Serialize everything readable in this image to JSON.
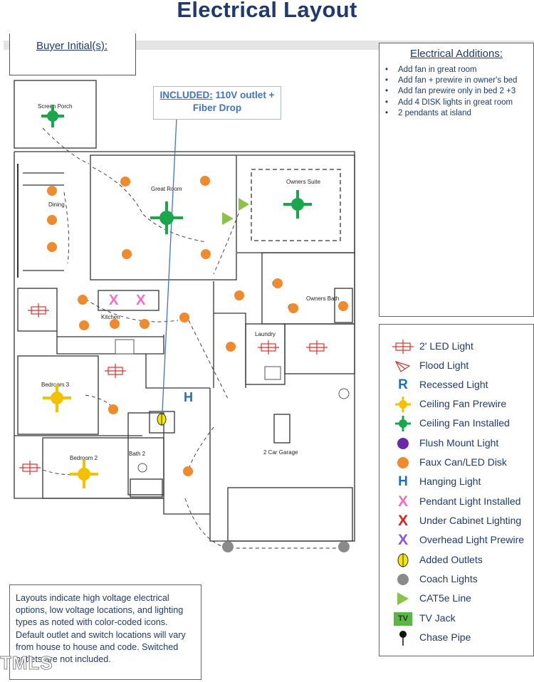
{
  "title": "Electrical Layout",
  "buyer_initials_label": "Buyer Initial(s):",
  "callout": {
    "included": "INCLUDED:",
    "line1_rest": " 110V outlet +",
    "line2": "Fiber Drop"
  },
  "additions": {
    "title": "Electrical Additions:",
    "items": [
      "Add fan in great room",
      "Add fan + prewire in owner's bed",
      "Add fan prewire only in bed 2 +3",
      "Add 4 DISK lights in great room",
      "2 pendants at island"
    ]
  },
  "legend": [
    {
      "label": "2' LED Light",
      "icon": "led-light-icon",
      "color": "#d9322e"
    },
    {
      "label": "Flood Light",
      "icon": "flood-light-icon",
      "color": "#d9322e"
    },
    {
      "label": "Recessed Light",
      "icon": "recessed-light-icon",
      "color": "#1e6fc0"
    },
    {
      "label": "Ceiling Fan Prewire",
      "icon": "ceiling-fan-prewire-icon",
      "color": "#f2c200"
    },
    {
      "label": "Ceiling Fan Installed",
      "icon": "ceiling-fan-installed-icon",
      "color": "#1aa64b"
    },
    {
      "label": "Flush Mount Light",
      "icon": "flush-mount-light-icon",
      "color": "#6a2aa8"
    },
    {
      "label": "Faux Can/LED Disk",
      "icon": "faux-can-led-disk-icon",
      "color": "#f08a2c"
    },
    {
      "label": "Hanging Light",
      "icon": "hanging-light-icon",
      "color": "#1e6fc0"
    },
    {
      "label": "Pendant Light Installed",
      "icon": "pendant-light-installed-icon",
      "color": "#ee6fc3"
    },
    {
      "label": "Under Cabinet Lighting",
      "icon": "under-cabinet-lighting-icon",
      "color": "#e0201c"
    },
    {
      "label": "Overhead Light Prewire",
      "icon": "overhead-light-prewire-icon",
      "color": "#8b55d6"
    },
    {
      "label": "Added Outlets",
      "icon": "added-outlet-icon",
      "color": "#f5e600"
    },
    {
      "label": "Coach Lights",
      "icon": "coach-light-icon",
      "color": "#8a8a8a"
    },
    {
      "label": "CAT5e Line",
      "icon": "cat5e-line-icon",
      "color": "#8bc34a"
    },
    {
      "label": "TV Jack",
      "icon": "tv-jack-icon",
      "color": "#5bb646",
      "badge_text": "TV"
    },
    {
      "label": "Chase Pipe",
      "icon": "chase-pipe-icon",
      "color": "#111111"
    }
  ],
  "note": "Layouts indicate high voltage electrical options, low voltage locations, and lighting types as noted with color-coded icons. Default outlet and switch locations will vary from house to house and code. Switched outlets are not included.",
  "watermark": "TMLS",
  "rooms": {
    "screen_porch": "Screen Porch",
    "great_room": "Great Room",
    "owners_suite": "Owners Suite",
    "dining": "Dining",
    "kitchen": "Kitchen",
    "laundry": "Laundry",
    "owners_bath": "Owners Bath",
    "bedroom3": "Bedroom 3",
    "bedroom2": "Bedroom 2",
    "bath2": "Bath 2",
    "garage": "2 Car Garage"
  },
  "plan_marks": {
    "hanging_light_letter": "H",
    "pendant_letter": "X"
  }
}
